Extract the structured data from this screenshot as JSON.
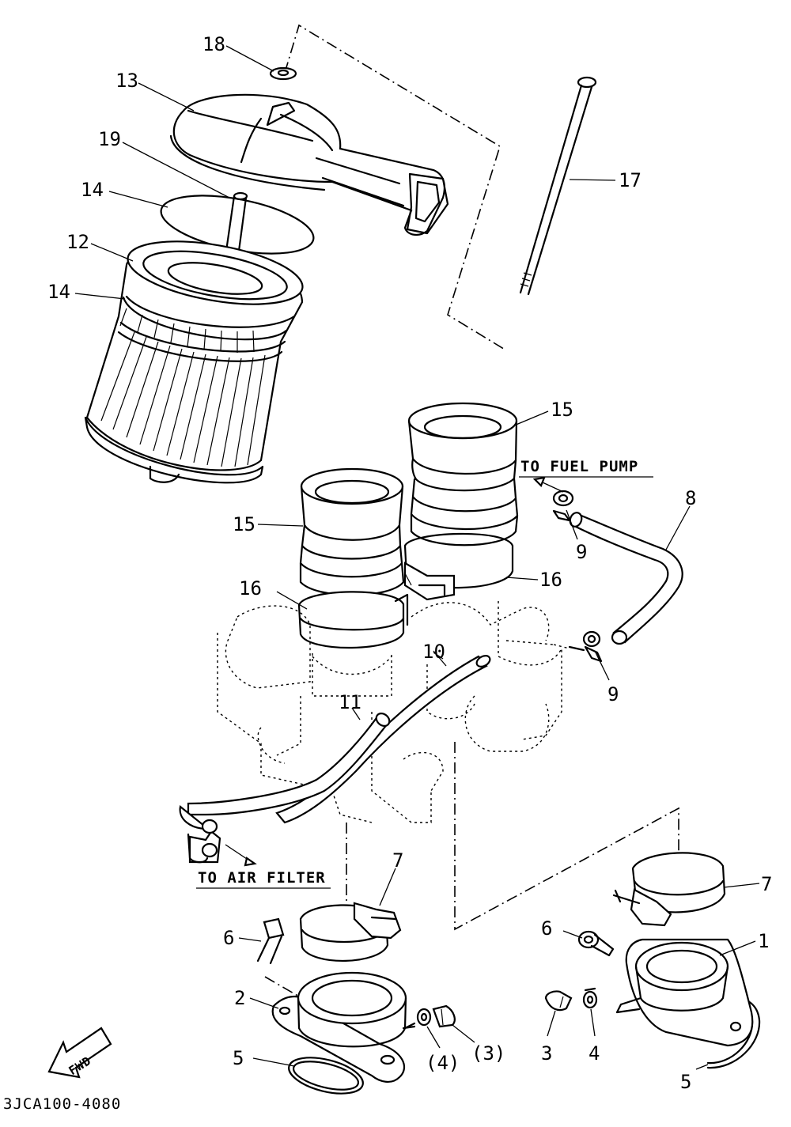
{
  "figure_code": "3JCA100-4080",
  "notes": {
    "to_fuel_pump": "TO FUEL PUMP",
    "to_air_filter": "TO AIR FILTER",
    "fwd": "FWD"
  },
  "callouts": {
    "c1": "1",
    "c2": "2",
    "c3a": "3",
    "c3b": "(3)",
    "c4a": "4",
    "c4b": "(4)",
    "c5a": "5",
    "c5b": "5",
    "c6a": "6",
    "c6b": "6",
    "c7a": "7",
    "c7b": "7",
    "c8": "8",
    "c9a": "9",
    "c9b": "9",
    "c10": "10",
    "c11": "11",
    "c12": "12",
    "c13": "13",
    "c14a": "14",
    "c14b": "14",
    "c15a": "15",
    "c15b": "15",
    "c16a": "16",
    "c16b": "16",
    "c17": "17",
    "c18": "18",
    "c19": "19"
  }
}
